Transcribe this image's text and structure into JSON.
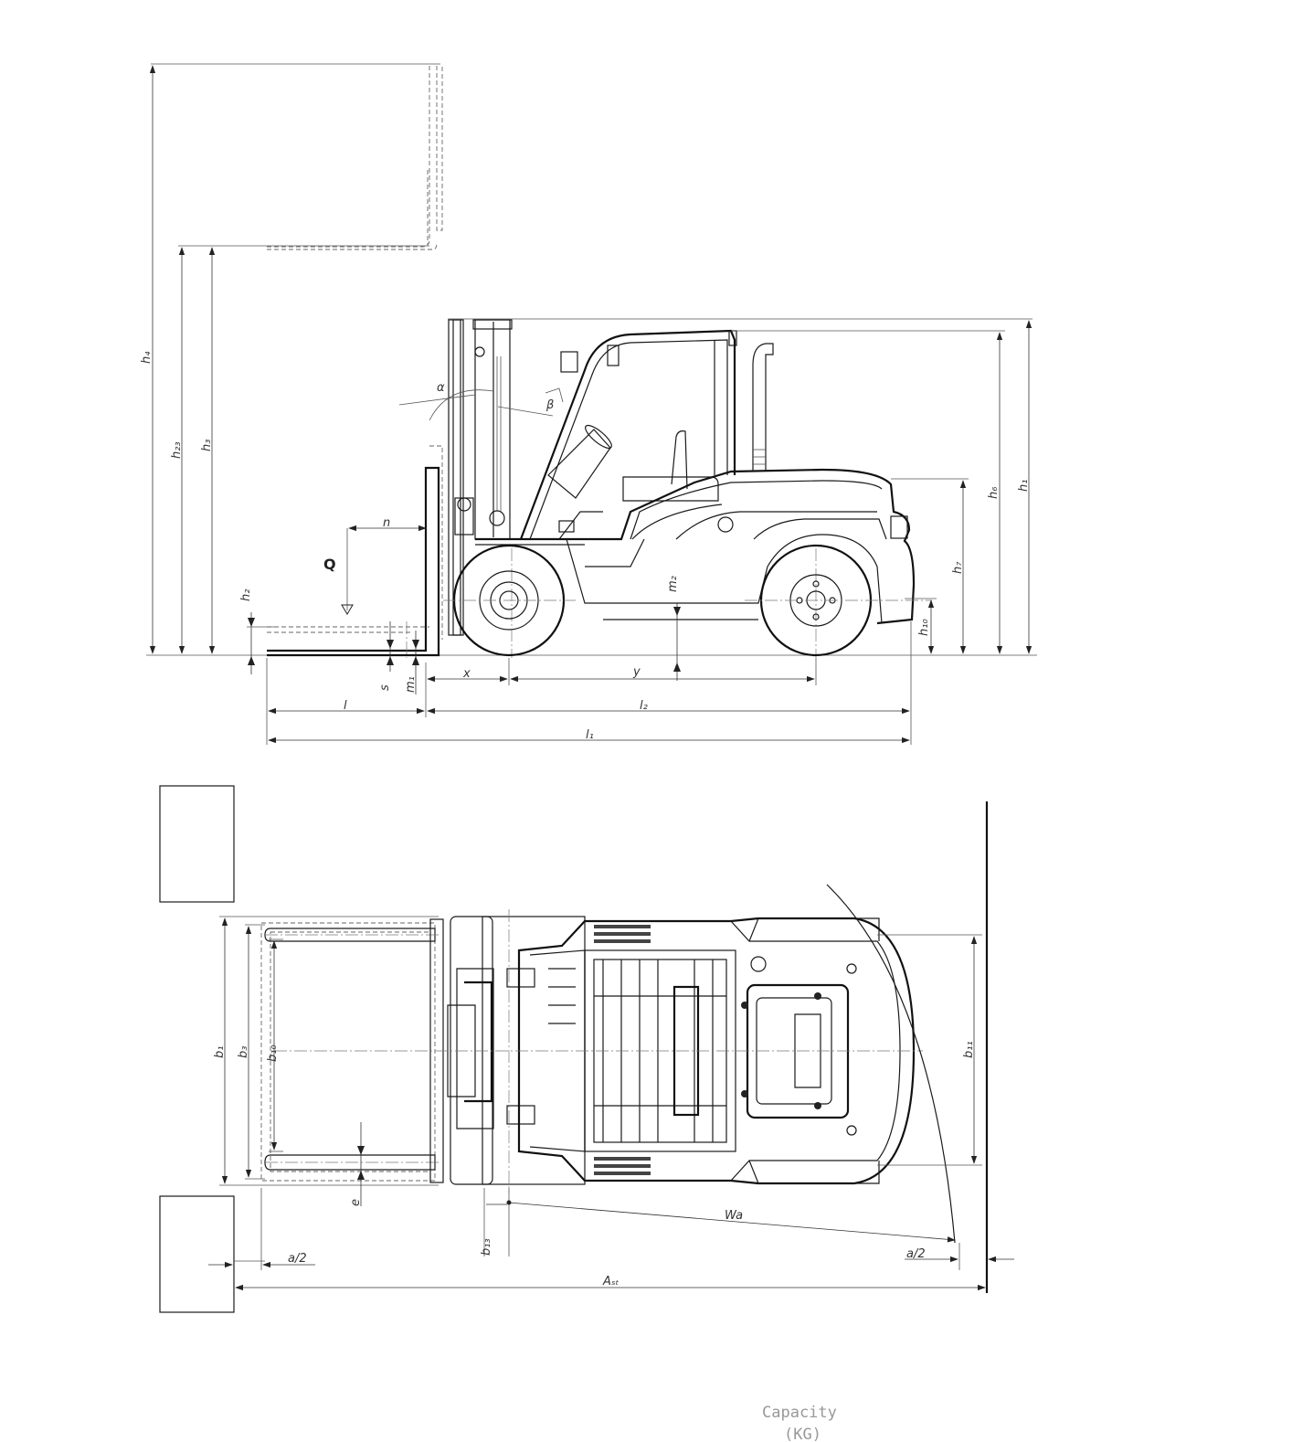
{
  "side_view": {
    "labels": {
      "h4": "h₄",
      "h23": "h₂₃",
      "h3": "h₃",
      "h2": "h₂",
      "h6": "h₆",
      "h1": "h₁",
      "h7": "h₇",
      "h10": "h₁₀",
      "m2": "m₂",
      "m1": "m₁",
      "s": "s",
      "x": "x",
      "y": "y",
      "l": "l",
      "l2": "l₂",
      "l1": "l₁",
      "n": "n",
      "q": "Q",
      "alpha": "α",
      "beta": "β"
    }
  },
  "top_view": {
    "labels": {
      "b1": "b₁",
      "b3": "b₃",
      "b10": "b₁₀",
      "b11": "b₁₁",
      "b13": "b₁₃",
      "e": "e",
      "wa": "Wa",
      "a_half_left": "a/2",
      "a_half_right": "a/2",
      "ast": "Aₛₜ"
    }
  },
  "footer": {
    "capacity": "Capacity",
    "capacity_unit": "(KG)"
  }
}
